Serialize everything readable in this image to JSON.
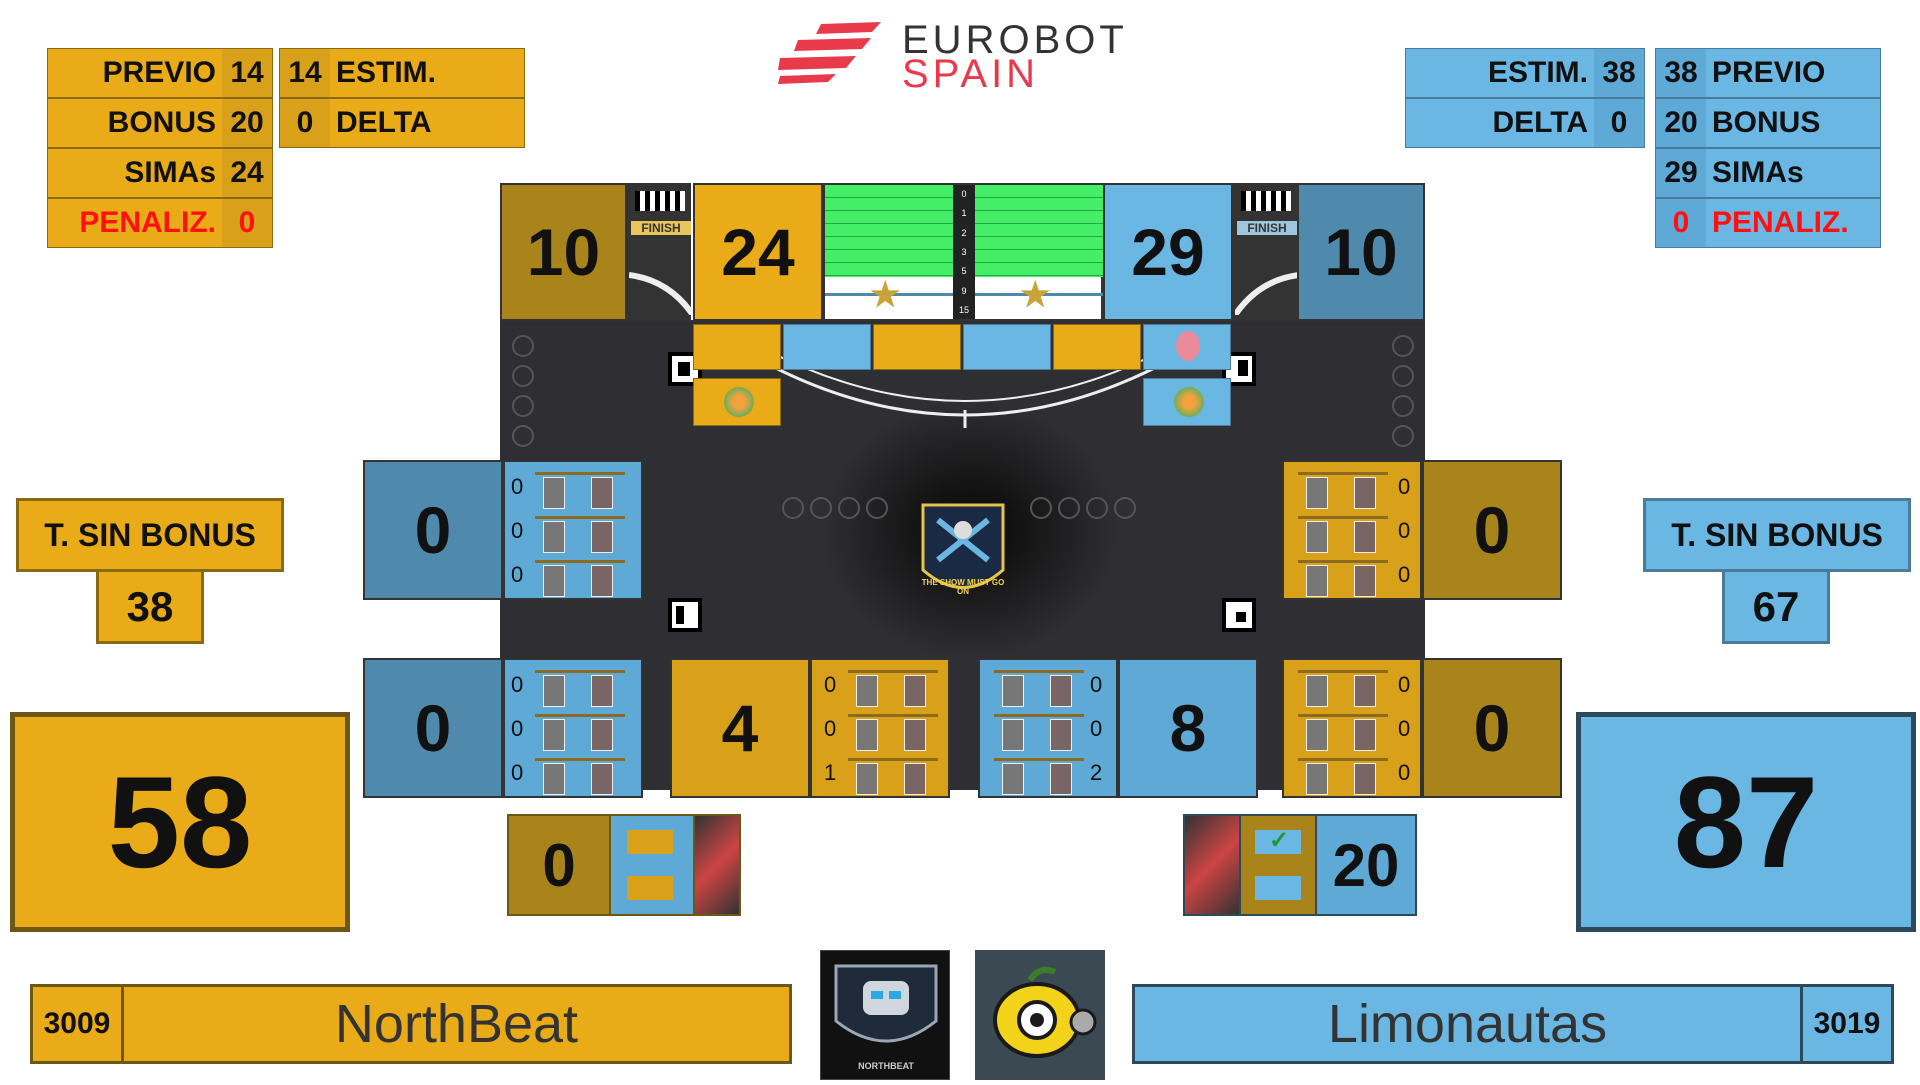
{
  "logo": {
    "line1": "EUROBOT",
    "line2": "SPAIN"
  },
  "yellow": {
    "stats_left": [
      {
        "label": "PREVIO",
        "value": "14"
      },
      {
        "label": "BONUS",
        "value": "20"
      },
      {
        "label": "SIMAs",
        "value": "24"
      },
      {
        "label": "PENALIZ.",
        "value": "0"
      }
    ],
    "stats_right": [
      {
        "label": "ESTIM.",
        "value": "14"
      },
      {
        "label": "DELTA",
        "value": "0"
      }
    ],
    "sin_bonus_label": "T. SIN BONUS",
    "sin_bonus_value": "38",
    "total": "58",
    "team_number": "3009",
    "team_name": "NorthBeat",
    "finish_score": "10",
    "sima_score": "24",
    "small_score": "0",
    "zone_mid_left": "0",
    "zone_bot_left": "0",
    "zone_bot_center": "4",
    "stack_counts_mid": [
      "0",
      "0",
      "0"
    ],
    "stack_counts_bot_left": [
      "0",
      "0",
      "0"
    ],
    "stack_counts_bot_center": [
      "0",
      "0",
      "1"
    ]
  },
  "blue": {
    "stats_left": [
      {
        "label": "ESTIM.",
        "value": "38"
      },
      {
        "label": "DELTA",
        "value": "0"
      }
    ],
    "stats_right": [
      {
        "label": "PREVIO",
        "value": "38"
      },
      {
        "label": "BONUS",
        "value": "20"
      },
      {
        "label": "SIMAs",
        "value": "29"
      },
      {
        "label": "PENALIZ.",
        "value": "0"
      }
    ],
    "sin_bonus_label": "T. SIN BONUS",
    "sin_bonus_value": "67",
    "total": "87",
    "team_number": "3019",
    "team_name": "Limonautas",
    "finish_score": "10",
    "sima_score": "29",
    "small_score": "20",
    "check": "✓",
    "zone_mid_right": "0",
    "zone_bot_right": "0",
    "zone_bot_center": "8",
    "stack_counts_mid": [
      "0",
      "0",
      "0"
    ],
    "stack_counts_bot_right": [
      "0",
      "0",
      "0"
    ],
    "stack_counts_bot_center": [
      "0",
      "0",
      "2"
    ]
  },
  "finish_label": "FINISH",
  "ladder_ticks": [
    "0",
    "1",
    "2",
    "3",
    "5",
    "9",
    "15"
  ],
  "logo_badge_text": "THE SHOW MUST GO ON",
  "avatar_left": "NORTHBEAT",
  "colors": {
    "yellow": "#e9ab17",
    "blue": "#6bb7e3",
    "dark_yellow": "#a8841a",
    "dark_blue": "#4f89ab",
    "red": "#ff1111",
    "green": "#44ee66"
  }
}
